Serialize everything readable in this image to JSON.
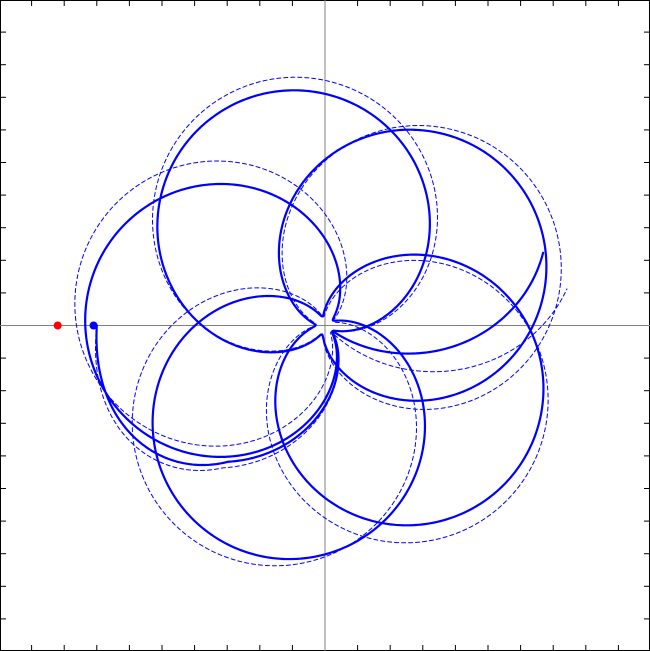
{
  "chart_data": {
    "type": "line",
    "title": "",
    "xlabel": "",
    "ylabel": "",
    "xlim": [
      -10,
      10
    ],
    "ylim": [
      -10,
      10
    ],
    "tick_step": 1,
    "grid": false,
    "axes_color": "#808080",
    "frame_color": "#000000",
    "series": [
      {
        "style": "solid",
        "color": "#0000ff",
        "k": 1.18,
        "start": [
          -7.0,
          0.0
        ],
        "end": [
          6.69,
          2.23
        ],
        "r_min": 0.29,
        "r_max": 7.36,
        "cycles": 5.7
      },
      {
        "style": "dashed",
        "color": "#0000ff",
        "k": 1.18,
        "start": [
          -7.0,
          0.0
        ],
        "end": [
          7.42,
          1.12
        ],
        "r_min": 0.27,
        "r_max": 7.74,
        "cycles": 5.7
      }
    ],
    "markers": [
      {
        "color": "#ff0000",
        "x": -8.2,
        "y": 0.0
      },
      {
        "color": "#0000ff",
        "x": -7.1,
        "y": 0.0
      }
    ]
  }
}
